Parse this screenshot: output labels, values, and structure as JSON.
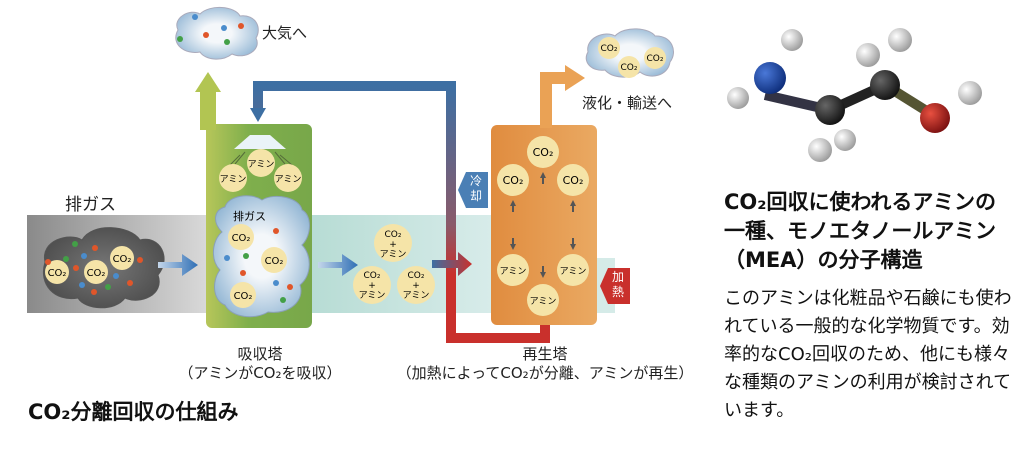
{
  "diagram": {
    "title": "CO₂分離回収の仕組み",
    "labels": {
      "exhaust_gas": "排ガス",
      "to_atmosphere": "大気へ",
      "to_liquefaction": "液化・輸送へ",
      "cooling": "冷却",
      "heating": "加熱"
    },
    "absorber": {
      "name": "吸収塔",
      "description": "（アミンがCO₂を吸収）",
      "inner_label": "排ガス",
      "amine_label": "アミン",
      "co2_label": "CO₂"
    },
    "transfer": {
      "co2": "CO₂",
      "plus": "+",
      "amine": "アミン"
    },
    "regenerator": {
      "name": "再生塔",
      "description": "（加熱によってCO₂が分離、アミンが再生）",
      "co2_label": "CO₂",
      "amine_label": "アミン"
    },
    "colors": {
      "absorber_green": "#7aab4a",
      "regenerator_orange": "#e3954a",
      "cool_blue": "#3d6fa3",
      "hot_red": "#c9302c",
      "molecule_fill": "#f5e4a8"
    }
  },
  "sidebar": {
    "heading": "CO₂回収に使われるアミンの一種、モノエタノールアミン（MEA）の分子構造",
    "body": "このアミンは化粧品や石鹸にも使われている一般的な化学物質です。効率的なCO₂回収のため、他にも様々な種類のアミンの利用が検討されています。",
    "molecule": {
      "name": "MEA",
      "atoms": [
        "N",
        "C",
        "C",
        "O",
        "H"
      ]
    }
  }
}
